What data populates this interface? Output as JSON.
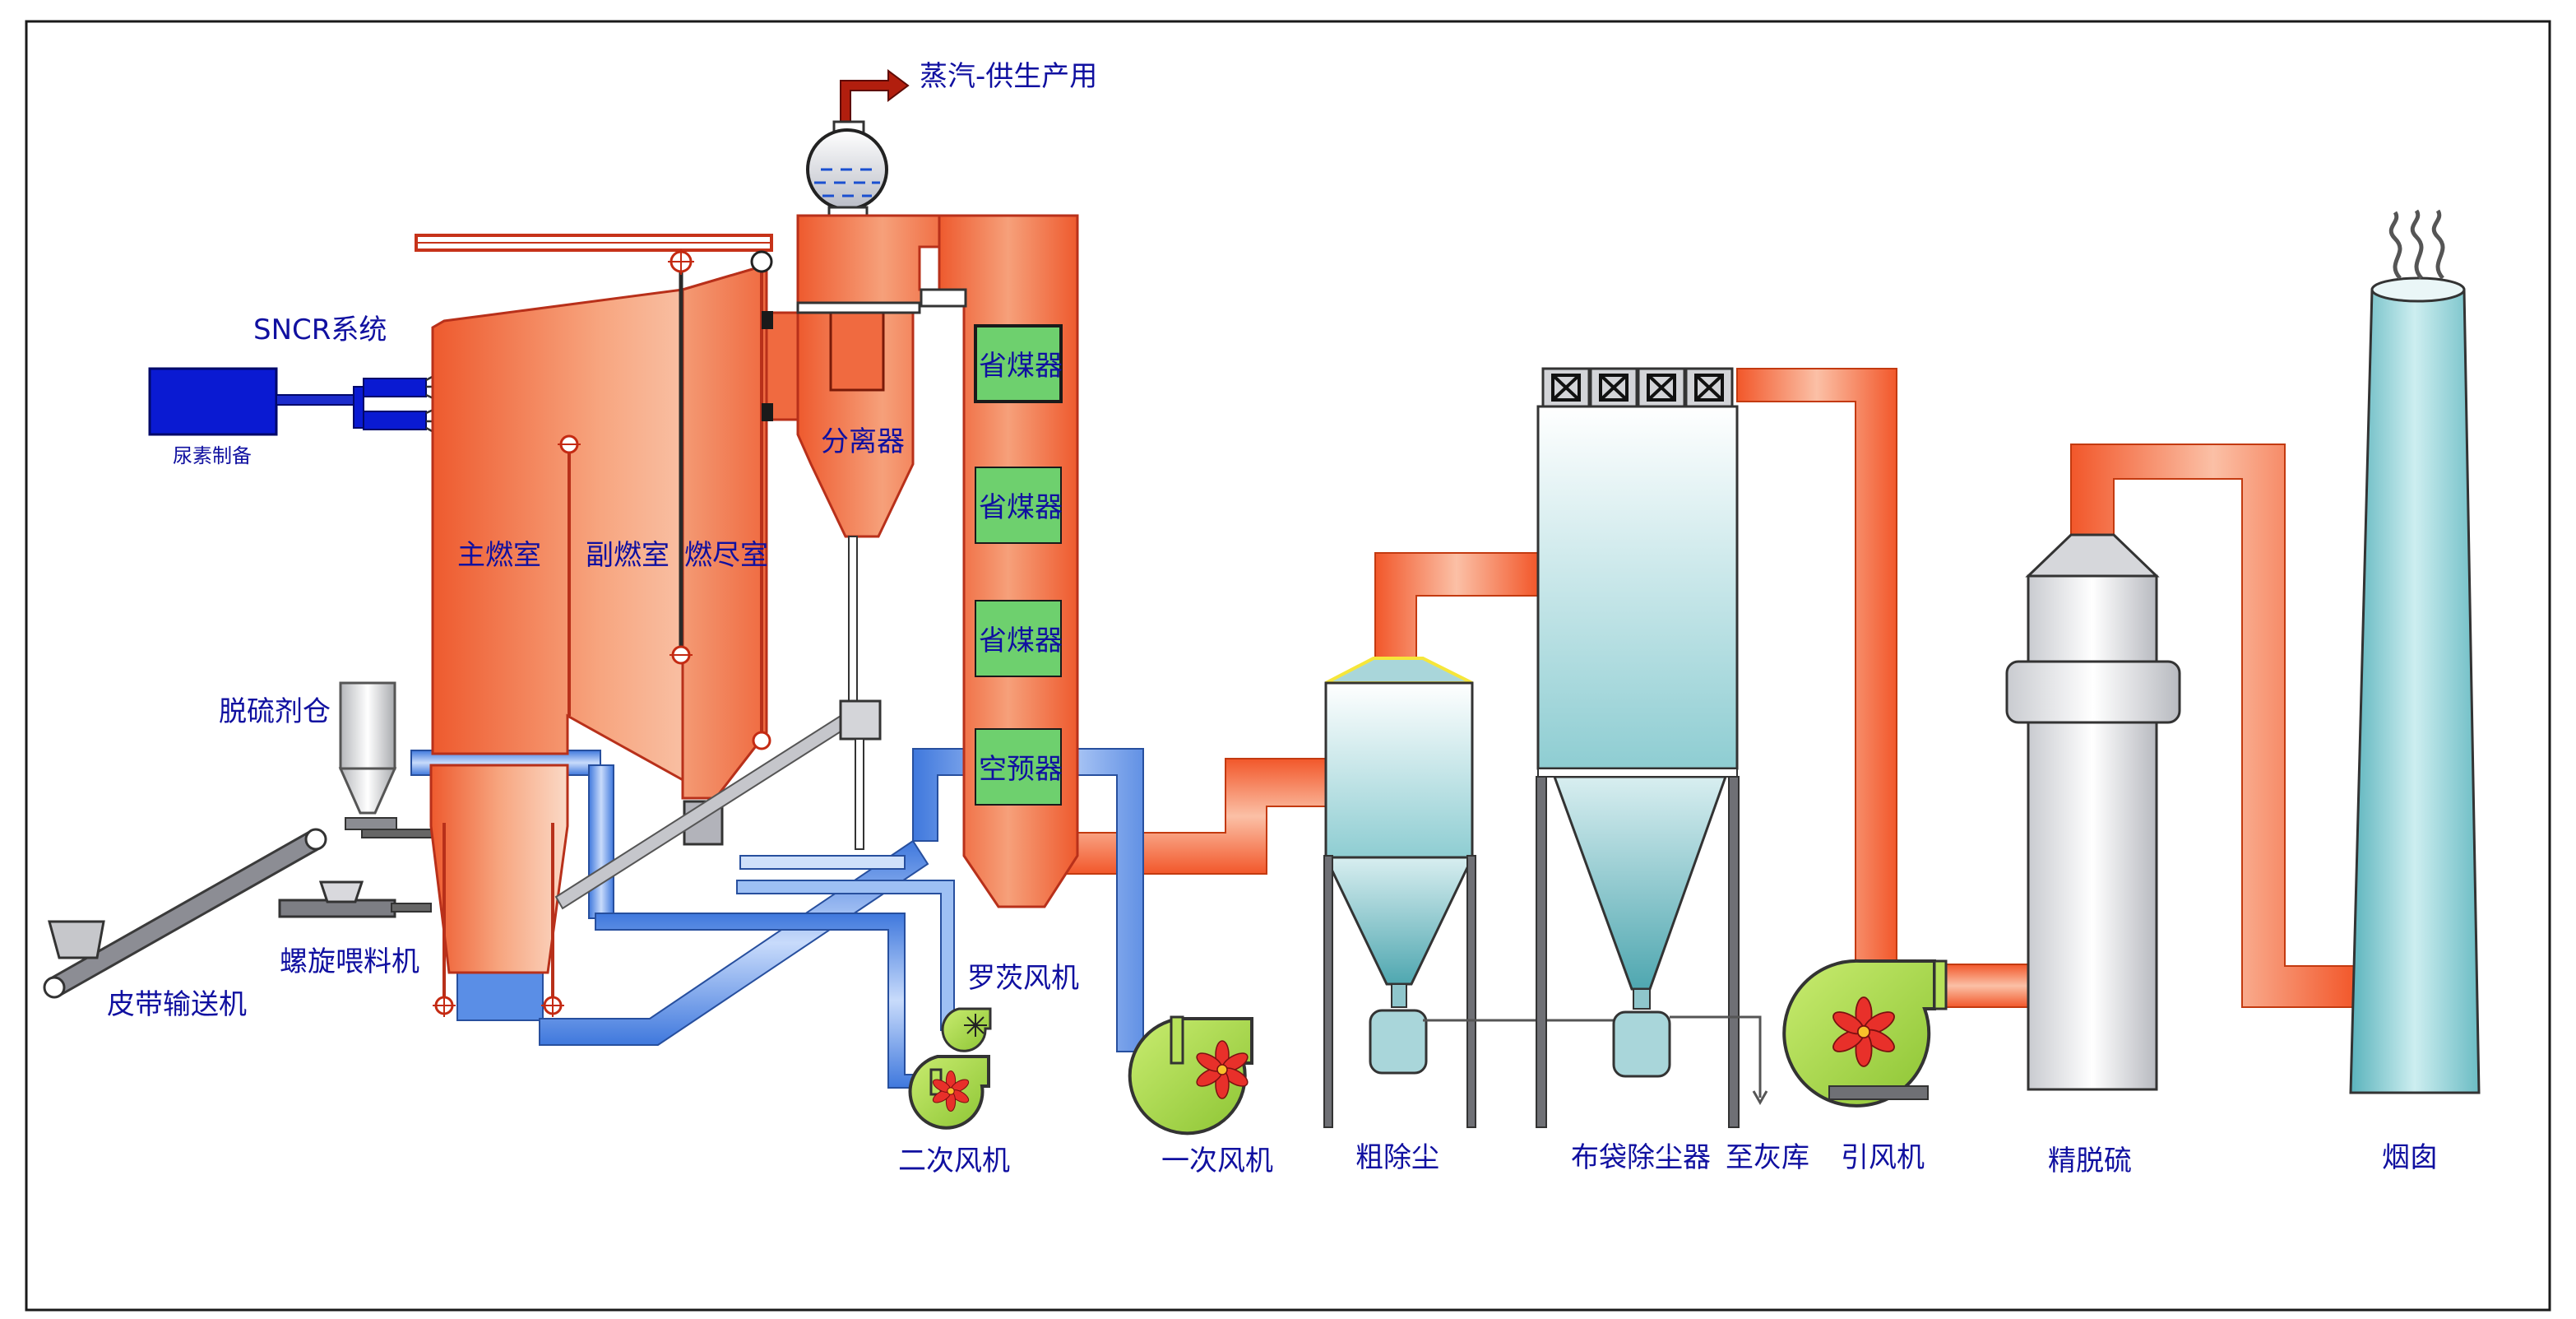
{
  "labels": {
    "steam_output": "蒸汽-供生产用",
    "sncr_system": "SNCR系统",
    "urea_prep": "尿素制备",
    "main_chamber": "主燃室",
    "secondary_chamber": "副燃室",
    "burnout_chamber": "燃尽室",
    "separator": "分离器",
    "economizer_1": "省煤器",
    "economizer_2": "省煤器",
    "economizer_3": "省煤器",
    "air_preheater": "空预器",
    "desulfurizer_bin": "脱硫剂仓",
    "screw_feeder": "螺旋喂料机",
    "belt_conveyor": "皮带输送机",
    "roots_blower": "罗茨风机",
    "secondary_fan": "二次风机",
    "primary_fan": "一次风机",
    "coarse_dust": "粗除尘",
    "bag_filter": "布袋除尘器",
    "to_ash_silo": "至灰库",
    "induced_fan": "引风机",
    "fine_desulfurization": "精脱硫",
    "chimney": "烟囱"
  },
  "colors": {
    "furnace": "#f06a40",
    "flue_duct": "#f26b3a",
    "air_duct": "#5a8ee6",
    "economizer": "#6ed06e",
    "sncr_box": "#0a1ad2",
    "fan_body": "#a7d93d",
    "fan_petal": "#e8302a",
    "dust_equipment": "#a9d6da",
    "chimney": "#7cc6cc",
    "label_text": "#1010a0"
  }
}
